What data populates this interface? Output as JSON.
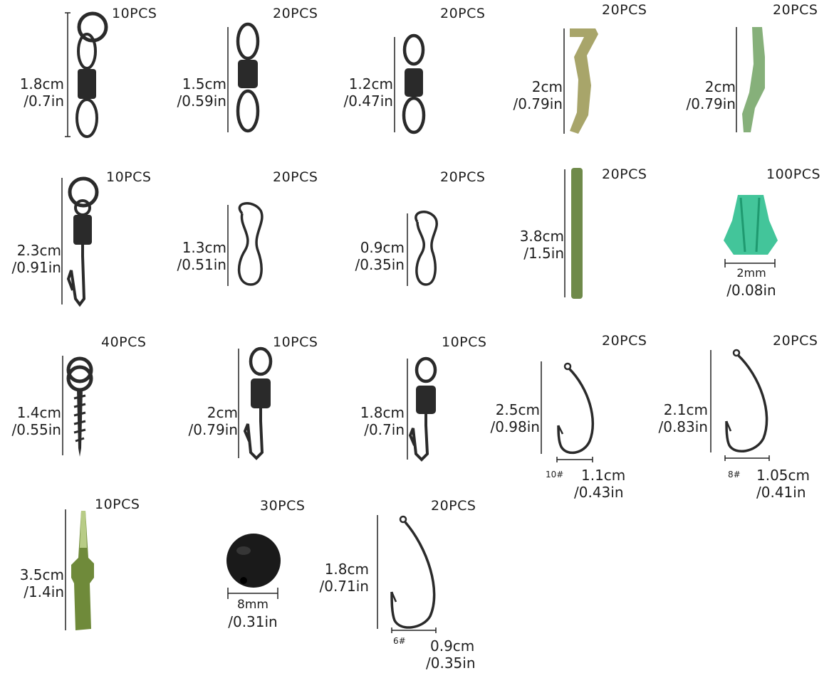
{
  "items": [
    {
      "id": "swivel-ring-1",
      "qty": "10PCS",
      "size_cm": "1.8cm",
      "size_in": "/0.7in"
    },
    {
      "id": "rolling-swivel-1",
      "qty": "20PCS",
      "size_cm": "1.5cm",
      "size_in": "/0.59in"
    },
    {
      "id": "rolling-swivel-2",
      "qty": "20PCS",
      "size_cm": "1.2cm",
      "size_in": "/0.47in"
    },
    {
      "id": "anti-tangle-sleeve-1",
      "qty": "20PCS",
      "size_cm": "2cm",
      "size_in": "/0.79in"
    },
    {
      "id": "anti-tangle-sleeve-2",
      "qty": "20PCS",
      "size_cm": "2cm",
      "size_in": "/0.79in"
    },
    {
      "id": "quick-change-swivel-ring",
      "qty": "10PCS",
      "size_cm": "2.3cm",
      "size_in": "/0.91in"
    },
    {
      "id": "snap-1",
      "qty": "20PCS",
      "size_cm": "1.3cm",
      "size_in": "/0.51in"
    },
    {
      "id": "snap-2",
      "qty": "20PCS",
      "size_cm": "0.9cm",
      "size_in": "/0.35in"
    },
    {
      "id": "tube",
      "qty": "20PCS",
      "size_cm": "3.8cm",
      "size_in": "/1.5in"
    },
    {
      "id": "bead-green",
      "qty": "100PCS",
      "size_cm": "2mm",
      "size_in": "/0.08in"
    },
    {
      "id": "boilie-screw",
      "qty": "40PCS",
      "size_cm": "1.4cm",
      "size_in": "/0.55in"
    },
    {
      "id": "quick-change-swivel-1",
      "qty": "10PCS",
      "size_cm": "2cm",
      "size_in": "/0.79in"
    },
    {
      "id": "quick-change-swivel-2",
      "qty": "10PCS",
      "size_cm": "1.8cm",
      "size_in": "/0.7in"
    },
    {
      "id": "hook-10",
      "qty": "20PCS",
      "size_cm": "2.5cm",
      "size_in": "/0.98in",
      "gauge": "10#",
      "width_cm": "1.1cm",
      "width_in": "/0.43in"
    },
    {
      "id": "hook-8",
      "qty": "20PCS",
      "size_cm": "2.1cm",
      "size_in": "/0.83in",
      "gauge": "8#",
      "width_cm": "1.05cm",
      "width_in": "/0.41in"
    },
    {
      "id": "lead-clip-sleeve",
      "qty": "10PCS",
      "size_cm": "3.5cm",
      "size_in": "/1.4in"
    },
    {
      "id": "round-bead",
      "qty": "30PCS",
      "size_cm": "8mm",
      "size_in": "/0.31in"
    },
    {
      "id": "hook-6",
      "qty": "20PCS",
      "size_cm": "1.8cm",
      "size_in": "/0.71in",
      "gauge": "6#",
      "width_cm": "0.9cm",
      "width_in": "/0.35in"
    }
  ],
  "colors": {
    "metal": "#2a2a2a",
    "metal_light": "#5a5a5a",
    "sleeve_khaki": "#a8a56a",
    "sleeve_green": "#86b07a",
    "tube_green": "#6f8a4a",
    "bead_green": "#2fbf8f",
    "bead_black": "#1a1a1a",
    "dimension_line": "#222222"
  }
}
